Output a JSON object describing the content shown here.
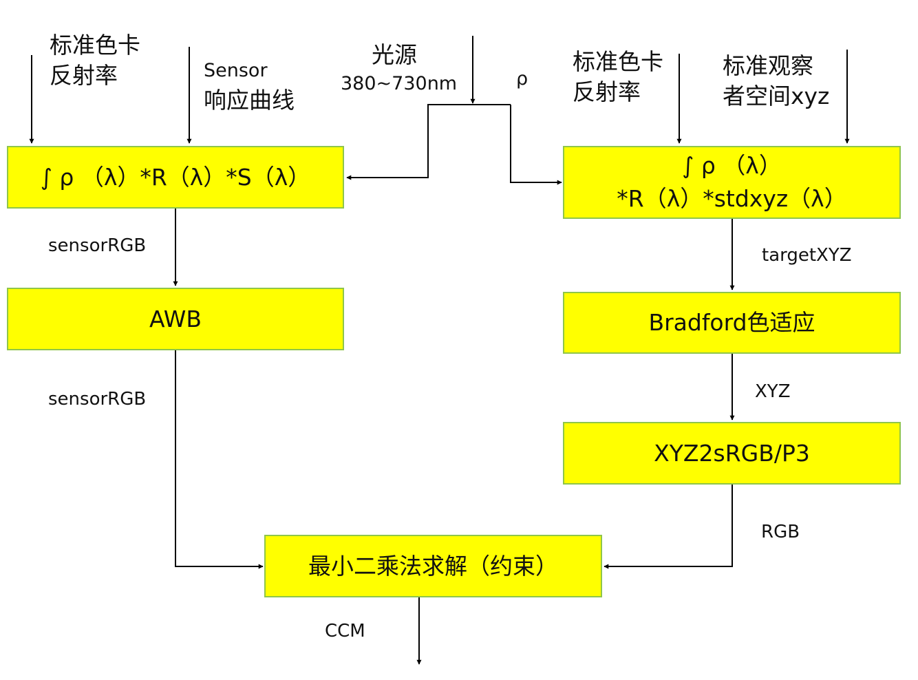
{
  "inputs": {
    "left_reflectance": "标准色卡\n反射率",
    "sensor_curve_line1": "Sensor",
    "sensor_curve_line2": "响应曲线",
    "light_source_line1": "光源",
    "light_source_line2": "380~730nm",
    "rho": "ρ",
    "right_reflectance": "标准色卡\n反射率",
    "observer_line1": "标准观察",
    "observer_line2": "者空间xyz"
  },
  "boxes": {
    "sensor_integral": "∫ ρ （λ）*R（λ）*S（λ）",
    "target_integral_line1": "∫ ρ （λ）",
    "target_integral_line2": "*R（λ）*stdxyz（λ）",
    "awb": "AWB",
    "bradford": "Bradford色适应",
    "xyz2srgb": "XYZ2sRGB/P3",
    "least_squares": "最小二乘法求解（约束）"
  },
  "edges": {
    "sensor_rgb_1": "sensorRGB",
    "sensor_rgb_2": "sensorRGB",
    "target_xyz": "targetXYZ",
    "xyz": "XYZ",
    "rgb": "RGB",
    "ccm": "CCM"
  },
  "colors": {
    "box_fill": "#ffff00",
    "box_border": "#8fc54a",
    "line": "#000000"
  }
}
